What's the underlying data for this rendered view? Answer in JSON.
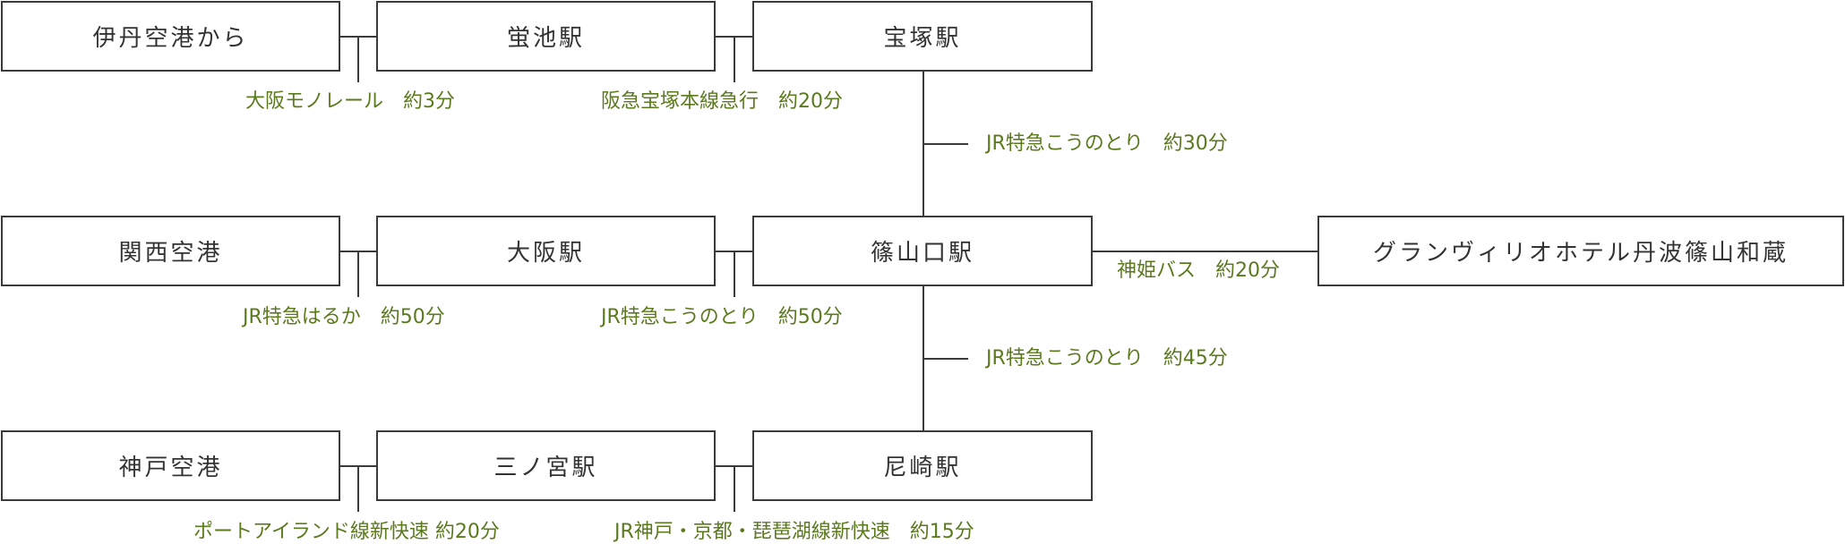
{
  "stations": {
    "itami": "伊丹空港から",
    "hotarugaike": "蛍池駅",
    "takarazuka": "宝塚駅",
    "kansai": "関西空港",
    "osaka": "大阪駅",
    "sasayamaguchi": "篠山口駅",
    "hotel": "グランヴィリオホテル丹波篠山和蔵",
    "kobe": "神戸空港",
    "sannomiya": "三ノ宮駅",
    "amagasaki": "尼崎駅"
  },
  "routes": {
    "monorail": "大阪モノレール　約3分",
    "hankyu": "阪急宝塚本線急行　約20分",
    "konotori30": "JR特急こうのとり　約30分",
    "haruka": "JR特急はるか　約50分",
    "konotori50": "JR特急こうのとり　約50分",
    "shinki_bus": "神姫バス　約20分",
    "konotori45": "JR特急こうのとり　約45分",
    "portliner": "ポートアイランド線新快速 約20分",
    "jr_kobe": "JR神戸・京都・琵琶湖線新快速　約15分"
  }
}
